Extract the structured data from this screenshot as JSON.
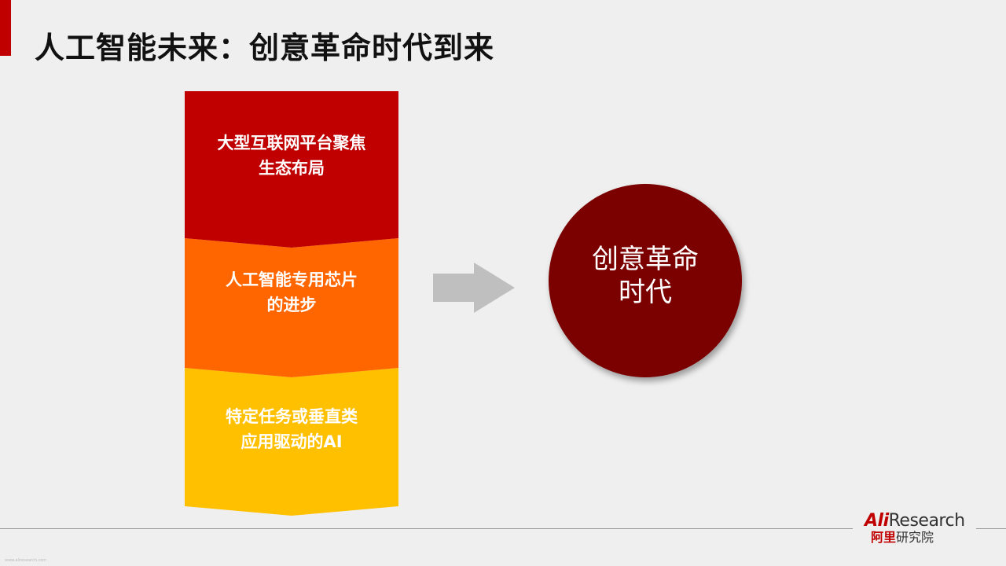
{
  "slide": {
    "title": "人工智能未来：创意革命时代到来",
    "steps": [
      {
        "line1": "大型互联网平台聚焦",
        "line2": "生态布局",
        "color": "#c00000"
      },
      {
        "line1": "人工智能专用芯片",
        "line2": "的进步",
        "color": "#ff6600"
      },
      {
        "line1": "特定任务或垂直类",
        "line2": "应用驱动的AI",
        "color": "#ffc000"
      }
    ],
    "result": {
      "line1": "创意革命",
      "line2": "时代",
      "color": "#7b0000"
    },
    "arrow_color": "#bfbfbf",
    "accent_color": "#c00000"
  },
  "footer": {
    "logo_ali": "Ali",
    "logo_research": "Research",
    "logo_cn_red": "阿里",
    "logo_cn_grey": "研究院",
    "watermark": "www.aliresearch.com"
  }
}
